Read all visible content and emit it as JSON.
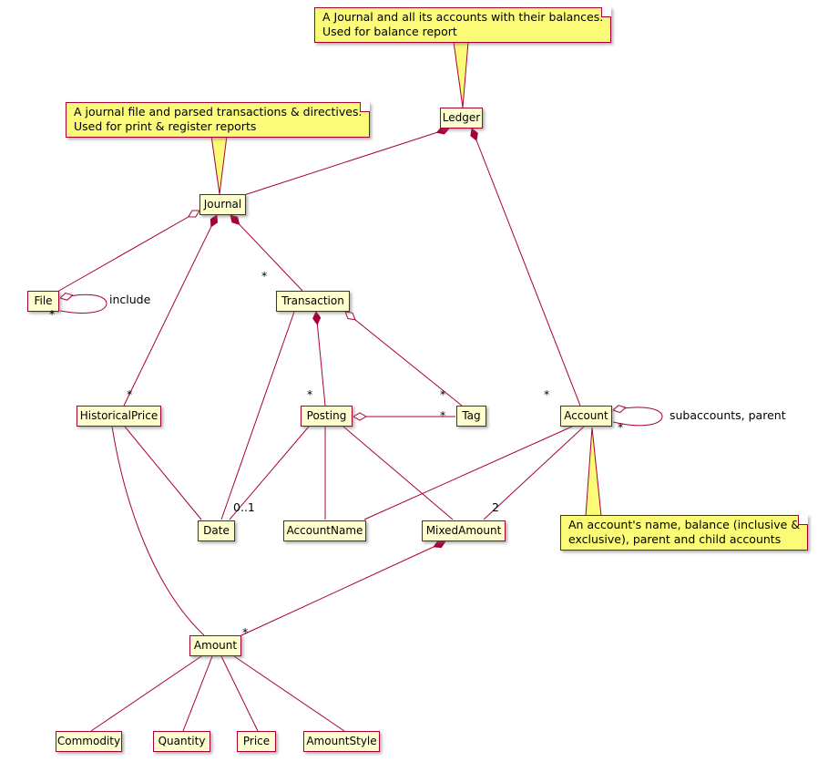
{
  "diagram": {
    "type": "uml-class-diagram",
    "colors": {
      "class_fill": "#FEFECE",
      "note_fill": "#FBFB77",
      "border": "#A80036",
      "edge": "#A80036",
      "background": "#FFFFFF"
    },
    "classes": [
      {
        "label": "Ledger"
      },
      {
        "label": "Journal"
      },
      {
        "label": "File"
      },
      {
        "label": "Transaction"
      },
      {
        "label": "HistoricalPrice"
      },
      {
        "label": "Posting"
      },
      {
        "label": "Tag"
      },
      {
        "label": "Account"
      },
      {
        "label": "Date"
      },
      {
        "label": "AccountName"
      },
      {
        "label": "MixedAmount"
      },
      {
        "label": "Amount"
      },
      {
        "label": "Commodity"
      },
      {
        "label": "Quantity"
      },
      {
        "label": "Price"
      },
      {
        "label": "AmountStyle"
      }
    ],
    "notes": [
      {
        "target": "Ledger",
        "line1": "A Journal and all its accounts with their balances.",
        "line2": "Used for balance report"
      },
      {
        "target": "Journal",
        "line1": "A journal file and parsed transactions & directives.",
        "line2": "Used for print & register reports"
      },
      {
        "target": "Account",
        "line1": "An account's name, balance (inclusive &",
        "line2": "exclusive), parent and child accounts"
      }
    ],
    "labels": [
      {
        "text": "include"
      },
      {
        "text": "*"
      },
      {
        "text": "*"
      },
      {
        "text": "*"
      },
      {
        "text": "*"
      },
      {
        "text": "*"
      },
      {
        "text": "*"
      },
      {
        "text": "*"
      },
      {
        "text": "*"
      },
      {
        "text": "subaccounts, parent"
      },
      {
        "text": "0..1"
      },
      {
        "text": "2"
      },
      {
        "text": "*"
      }
    ],
    "edges": [
      {
        "from": "Ledger",
        "to": "Journal",
        "kind": "composition"
      },
      {
        "from": "Ledger",
        "to": "Account",
        "kind": "composition",
        "multiplicity": "*"
      },
      {
        "from": "Journal",
        "to": "File",
        "kind": "aggregation"
      },
      {
        "from": "File",
        "to": "File",
        "kind": "aggregation",
        "multiplicity": "*",
        "label": "include"
      },
      {
        "from": "Journal",
        "to": "Transaction",
        "kind": "composition",
        "multiplicity": "*"
      },
      {
        "from": "Journal",
        "to": "HistoricalPrice",
        "kind": "composition",
        "multiplicity": "*"
      },
      {
        "from": "Transaction",
        "to": "Posting",
        "kind": "composition",
        "multiplicity": "*"
      },
      {
        "from": "Transaction",
        "to": "Tag",
        "kind": "aggregation",
        "multiplicity": "*"
      },
      {
        "from": "Transaction",
        "to": "Date",
        "kind": "association"
      },
      {
        "from": "Posting",
        "to": "Tag",
        "kind": "aggregation",
        "multiplicity": "*"
      },
      {
        "from": "Posting",
        "to": "Date",
        "kind": "association",
        "multiplicity": "0..1"
      },
      {
        "from": "Posting",
        "to": "AccountName",
        "kind": "association"
      },
      {
        "from": "Posting",
        "to": "MixedAmount",
        "kind": "association"
      },
      {
        "from": "Account",
        "to": "Account",
        "kind": "aggregation",
        "multiplicity": "*",
        "label": "subaccounts, parent"
      },
      {
        "from": "Account",
        "to": "AccountName",
        "kind": "association"
      },
      {
        "from": "Account",
        "to": "MixedAmount",
        "kind": "association",
        "multiplicity": "2"
      },
      {
        "from": "MixedAmount",
        "to": "Amount",
        "kind": "composition",
        "multiplicity": "*"
      },
      {
        "from": "HistoricalPrice",
        "to": "Date",
        "kind": "association"
      },
      {
        "from": "HistoricalPrice",
        "to": "Amount",
        "kind": "association"
      },
      {
        "from": "Amount",
        "to": "Commodity",
        "kind": "association"
      },
      {
        "from": "Amount",
        "to": "Quantity",
        "kind": "association"
      },
      {
        "from": "Amount",
        "to": "Price",
        "kind": "association"
      },
      {
        "from": "Amount",
        "to": "AmountStyle",
        "kind": "association"
      }
    ]
  }
}
